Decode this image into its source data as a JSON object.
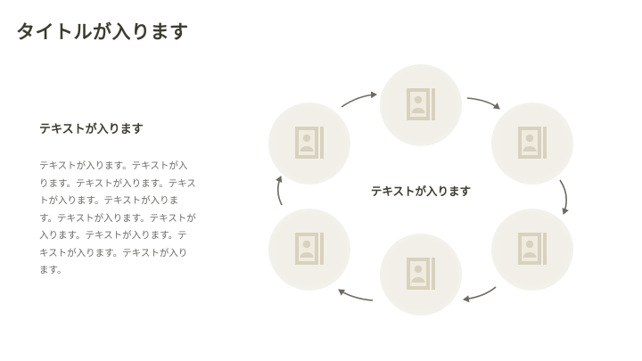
{
  "title": "タイトルが入ります",
  "side": {
    "heading": "テキストが入ります",
    "body": "テキストが入ります。テキストが入ります。テキストが入ります。テキストが入ります。テキストが入ります。テキストが入ります。テキストが入ります。テキストが入ります。テキストが入ります。テキストが入ります。"
  },
  "diagram": {
    "center_label": "テキストが入ります",
    "node_count": 6
  },
  "colors": {
    "title": "#3d3a2f",
    "text": "#6b6a66",
    "node_fill": "#f1efe8",
    "icon": "#d8d1bd",
    "arrow": "#6f6a60"
  }
}
